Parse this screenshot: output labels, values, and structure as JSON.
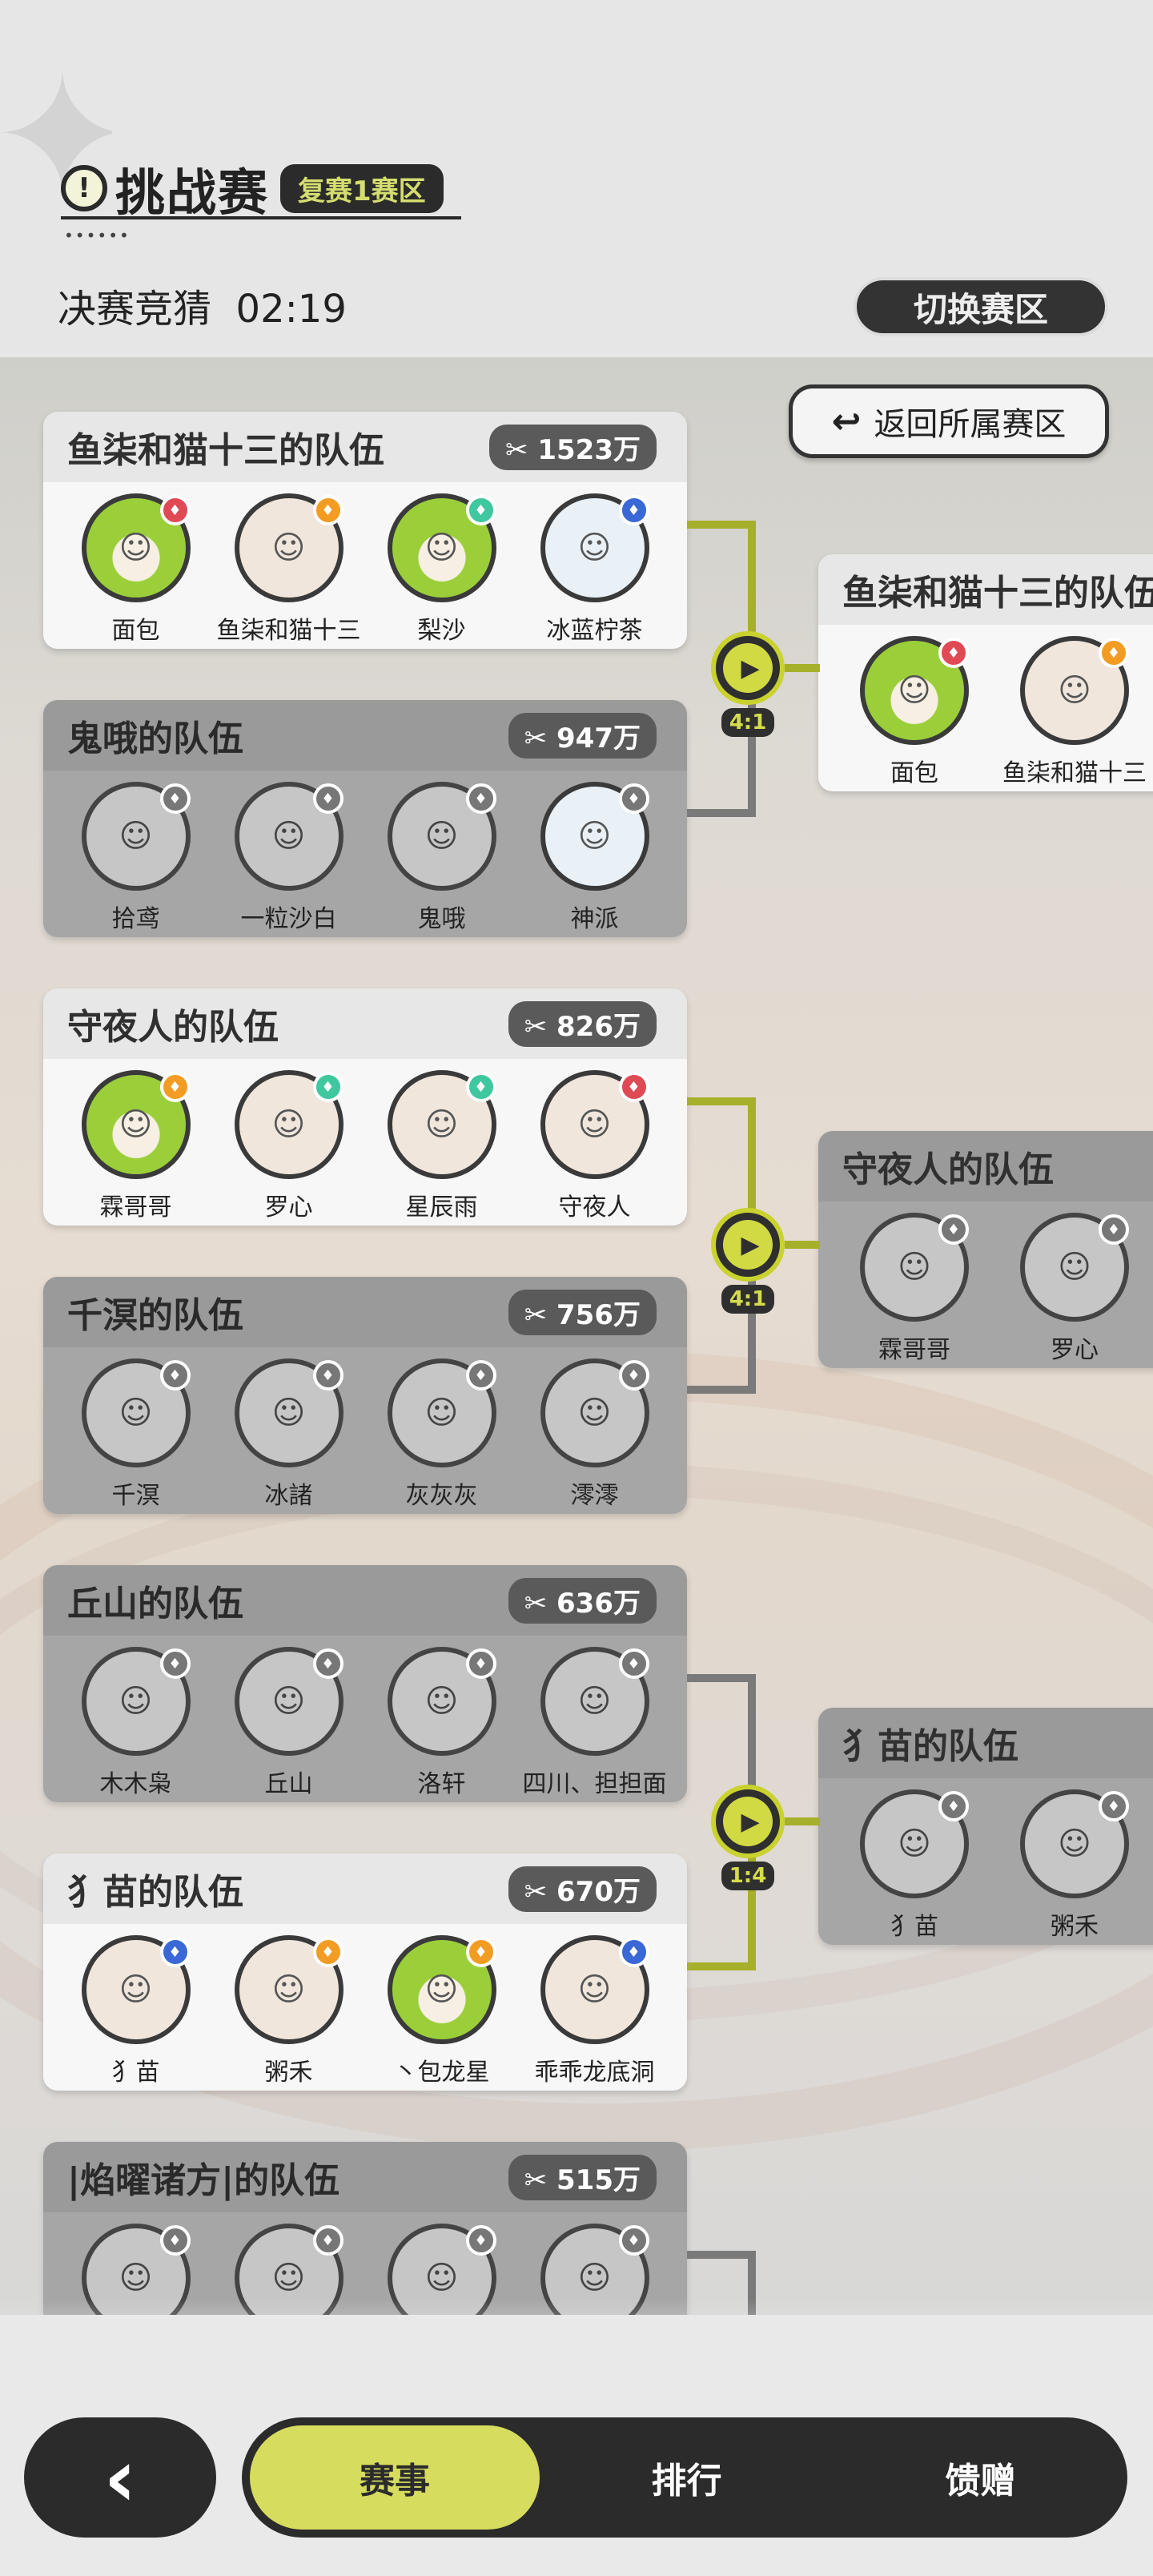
{
  "header": {
    "title": "挑战赛",
    "region_badge": "复赛1赛区",
    "guess_label": "决赛竞猜",
    "guess_timer": "02:19",
    "switch_button": "切换赛区"
  },
  "back_region_button": "返回所属赛区",
  "teams": [
    {
      "name": "鱼柒和猫十三的队伍",
      "votes": "1523万",
      "status": "winner",
      "members": [
        {
          "name": "面包",
          "tag": "red",
          "style": "cat"
        },
        {
          "name": "鱼柒和猫十三",
          "tag": "orange",
          "style": "normal"
        },
        {
          "name": "梨沙",
          "tag": "green",
          "style": "cat"
        },
        {
          "name": "冰蓝柠茶",
          "tag": "blue",
          "style": "blue"
        }
      ]
    },
    {
      "name": "鬼哦的队伍",
      "votes": "947万",
      "status": "loser",
      "members": [
        {
          "name": "拾鸢",
          "tag": "grey",
          "style": "grey"
        },
        {
          "name": "一粒沙白",
          "tag": "grey",
          "style": "grey"
        },
        {
          "name": "鬼哦",
          "tag": "grey",
          "style": "grey"
        },
        {
          "name": "神派",
          "tag": "grey",
          "style": "blue"
        }
      ]
    },
    {
      "name": "守夜人的队伍",
      "votes": "826万",
      "status": "winner",
      "members": [
        {
          "name": "霖哥哥",
          "tag": "orange",
          "style": "cat"
        },
        {
          "name": "罗心",
          "tag": "green",
          "style": "normal"
        },
        {
          "name": "星辰雨",
          "tag": "green",
          "style": "normal"
        },
        {
          "name": "守夜人",
          "tag": "red",
          "style": "normal"
        }
      ]
    },
    {
      "name": "千溟的队伍",
      "votes": "756万",
      "status": "loser",
      "members": [
        {
          "name": "千溟",
          "tag": "grey",
          "style": "grey"
        },
        {
          "name": "冰諸",
          "tag": "grey",
          "style": "grey"
        },
        {
          "name": "灰灰灰",
          "tag": "grey",
          "style": "grey"
        },
        {
          "name": "澪澪",
          "tag": "grey",
          "style": "grey"
        }
      ]
    },
    {
      "name": "丘山的队伍",
      "votes": "636万",
      "status": "loser",
      "members": [
        {
          "name": "木木枭",
          "tag": "grey",
          "style": "grey"
        },
        {
          "name": "丘山",
          "tag": "grey",
          "style": "grey"
        },
        {
          "name": "洛轩",
          "tag": "grey",
          "style": "grey"
        },
        {
          "name": "四川、担担面",
          "tag": "grey",
          "style": "grey"
        }
      ]
    },
    {
      "name": "犭苗的队伍",
      "votes": "670万",
      "status": "winner",
      "members": [
        {
          "name": "犭苗",
          "tag": "blue",
          "style": "normal"
        },
        {
          "name": "粥禾",
          "tag": "orange",
          "style": "normal"
        },
        {
          "name": "丶包龙星",
          "tag": "orange",
          "style": "cat"
        },
        {
          "name": "乖乖龙底洞",
          "tag": "blue",
          "style": "normal"
        }
      ]
    },
    {
      "name": "|焰曜诸方|的队伍",
      "votes": "515万",
      "status": "loser",
      "members": [
        {
          "name": "",
          "tag": "grey",
          "style": "grey"
        },
        {
          "name": "",
          "tag": "grey",
          "style": "grey"
        },
        {
          "name": "",
          "tag": "grey",
          "style": "grey"
        },
        {
          "name": "",
          "tag": "grey",
          "style": "grey"
        }
      ]
    }
  ],
  "matches": [
    {
      "score": "4:1",
      "winner": {
        "name": "鱼柒和猫十三的队伍",
        "status": "winner",
        "members": [
          {
            "name": "面包",
            "tag": "red",
            "style": "cat"
          },
          {
            "name": "鱼柒和猫十三",
            "tag": "orange",
            "style": "normal"
          }
        ]
      }
    },
    {
      "score": "4:1",
      "winner": {
        "name": "守夜人的队伍",
        "status": "loser",
        "members": [
          {
            "name": "霖哥哥",
            "tag": "grey",
            "style": "grey"
          },
          {
            "name": "罗心",
            "tag": "grey",
            "style": "grey"
          }
        ]
      }
    },
    {
      "score": "1:4",
      "winner": {
        "name": "犭苗的队伍",
        "status": "loser",
        "members": [
          {
            "name": "犭苗",
            "tag": "grey",
            "style": "grey"
          },
          {
            "name": "粥禾",
            "tag": "grey",
            "style": "grey"
          }
        ]
      }
    }
  ],
  "nav": {
    "tabs": [
      {
        "label": "赛事",
        "active": true
      },
      {
        "label": "排行",
        "active": false
      },
      {
        "label": "馈赠",
        "active": false
      }
    ]
  },
  "colors": {
    "accent": "#d6dc5e",
    "line_active": "#a7b02a",
    "line_inactive": "#7a7a7a",
    "dark": "#2b2b2b"
  },
  "icons": {
    "votes": "tools-icon",
    "play": "play-icon",
    "back": "chevron-left-icon",
    "return": "return-arrow-icon",
    "warning": "warning-icon"
  }
}
